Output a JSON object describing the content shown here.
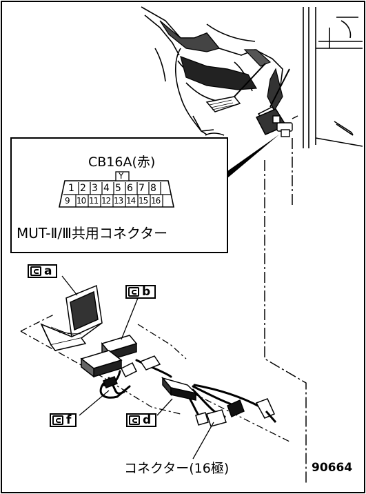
{
  "connector": {
    "title": "CB16A(赤)",
    "marker": "Y",
    "pins_top": [
      "1",
      "2",
      "3",
      "4",
      "5",
      "6",
      "7",
      "8"
    ],
    "pins_bottom": [
      "9",
      "10",
      "11",
      "12",
      "13",
      "14",
      "15",
      "16"
    ],
    "caption": "MUT-Ⅱ/Ⅲ共用コネクター"
  },
  "callouts": {
    "a": "a",
    "b": "b",
    "d": "d",
    "f": "f"
  },
  "cable_label": "コネクター(16極)",
  "figure_number": "90664"
}
